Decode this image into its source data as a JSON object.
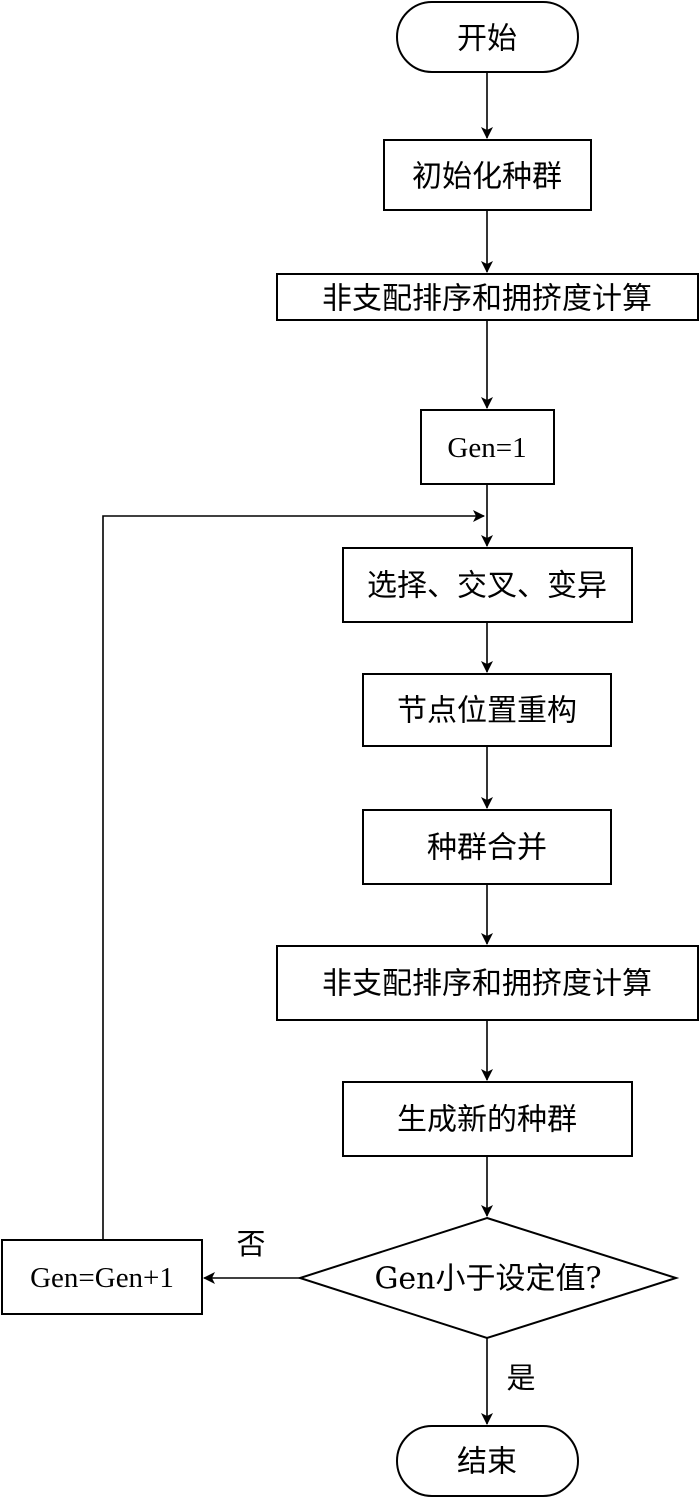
{
  "nodes": {
    "start": "开始",
    "init": "初始化种群",
    "sort1": "非支配排序和拥挤度计算",
    "gen_init": "Gen=1",
    "ops": "选择、交叉、变异",
    "reconstruct": "节点位置重构",
    "merge": "种群合并",
    "sort2": "非支配排序和拥挤度计算",
    "newpop": "生成新的种群",
    "decision": "Gen小于设定值?",
    "increment": "Gen=Gen+1",
    "end": "结束"
  },
  "edges": {
    "no": "否",
    "yes": "是"
  },
  "colors": {
    "stroke": "#000000",
    "background": "#ffffff"
  }
}
